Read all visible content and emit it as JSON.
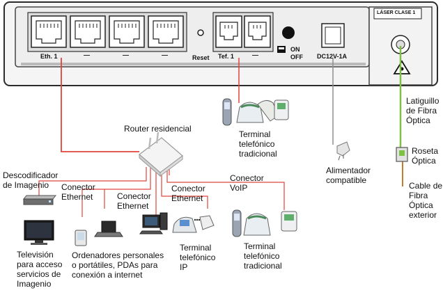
{
  "colors": {
    "ethernet_cable": "#e0443c",
    "fiber_cable": "#7dc242",
    "power_cable": "#8f8f8f",
    "phone_cable": "#e0443c",
    "panel_border": "#2b2b2b",
    "panel_fill": "#eeeeee"
  },
  "panel": {
    "port_labels": [
      "Eth. 1",
      "—",
      "—",
      "—"
    ],
    "reset_label": "Reset",
    "tel_labels": [
      "Tef. 1",
      "—"
    ],
    "power_on_label": "ON",
    "power_off_label": "OFF",
    "dc_label": "DC12V-1A",
    "laser_label": "LÁSER CLASE 1",
    "icons": [
      "ethernet-port-icon",
      "reset-button-icon",
      "phone-jack-icon",
      "power-switch-icon",
      "dc-jack-icon",
      "fiber-connector-icon",
      "laser-warning-icon"
    ]
  },
  "labels": {
    "router": "Router residencial",
    "terminal_top": "Terminal\ntelefónico\ntradicional",
    "alimentador": "Alimentador\ncompatible",
    "latiguillo": "Latiguillo\nde Fibra\nÓptica",
    "roseta": "Roseta\nÓptica",
    "cable_fibra": "Cable de\nFibra\nÓptica\nexterior",
    "descodificador": "Descodificador\nde Imagenio",
    "conector_eth_1": "Conector\nEthernet",
    "conector_eth_2": "Conector\nEthernet",
    "conector_eth_3": "Conector\nEthernet",
    "conector_voip": "Conector\nVoIP",
    "television": "Televisión\npara acceso\nservicios de\nImagenio",
    "ordenadores": "Ordenadores personales\no portátiles, PDAs para\nconexión a internet",
    "terminal_ip": "Terminal\ntelefónico\nIP",
    "terminal_bottom": "Terminal\ntelefónico\ntradicional"
  }
}
